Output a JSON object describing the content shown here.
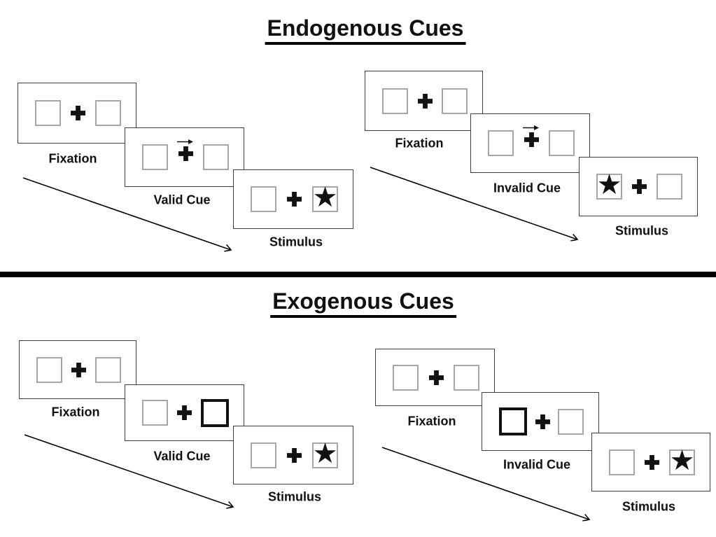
{
  "figure": {
    "kind": "posner-cueing-task-diagram",
    "colors": {
      "ink": "#121212",
      "placeholder_border": "#a6a6a6",
      "frame_border": "#3f3f3f",
      "divider": "#000000",
      "background": "#ffffff"
    }
  },
  "icons": {
    "star": "★"
  },
  "sections": [
    {
      "title": "Endogenous Cues",
      "panels": [
        {
          "name": "valid-trial",
          "steps": [
            {
              "label": "Fixation",
              "type": "fixation"
            },
            {
              "label": "Valid Cue",
              "type": "endogenous-cue",
              "cue": "arrow-right-above-cross"
            },
            {
              "label": "Stimulus",
              "type": "stimulus",
              "star_side": "right"
            }
          ]
        },
        {
          "name": "invalid-trial",
          "steps": [
            {
              "label": "Fixation",
              "type": "fixation"
            },
            {
              "label": "Invalid Cue",
              "type": "endogenous-cue",
              "cue": "arrow-right-above-cross"
            },
            {
              "label": "Stimulus",
              "type": "stimulus",
              "star_side": "left"
            }
          ]
        }
      ]
    },
    {
      "title": "Exogenous Cues",
      "panels": [
        {
          "name": "valid-trial",
          "steps": [
            {
              "label": "Fixation",
              "type": "fixation"
            },
            {
              "label": "Valid Cue",
              "type": "exogenous-cue",
              "cue": "highlighted-box-right"
            },
            {
              "label": "Stimulus",
              "type": "stimulus",
              "star_side": "right"
            }
          ]
        },
        {
          "name": "invalid-trial",
          "steps": [
            {
              "label": "Fixation",
              "type": "fixation"
            },
            {
              "label": "Invalid Cue",
              "type": "exogenous-cue",
              "cue": "highlighted-box-left"
            },
            {
              "label": "Stimulus",
              "type": "stimulus",
              "star_side": "right"
            }
          ]
        }
      ]
    }
  ]
}
